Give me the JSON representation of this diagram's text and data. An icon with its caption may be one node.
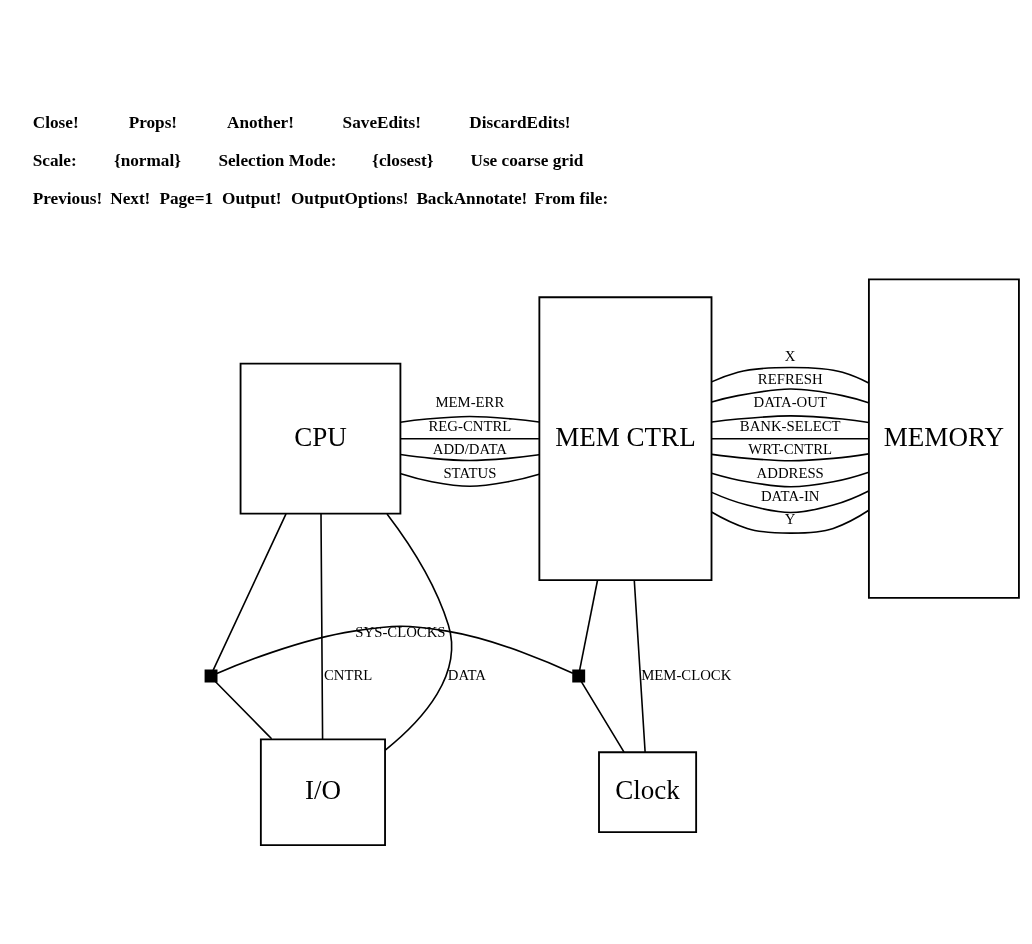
{
  "diagram": {
    "nodes": [
      {
        "text": [
          "I/O"
        ]
      },
      {
        "text": [
          "Clock"
        ]
      },
      {
        "text": [],
        "shape": "box"
      },
      {
        "text": [
          "CPU"
        ]
      },
      {
        "text": [],
        "shape": "box"
      },
      {
        "text": [
          "MEM CTRL"
        ]
      },
      {
        "text": [
          "MEMORY"
        ]
      }
    ],
    "edges": [
      {
        "from": 3,
        "to": 0,
        "arrow": "none",
        "label": "CNTRL"
      },
      {
        "from": 3,
        "to": 0,
        "arrow": "none",
        "label": "DATA"
      },
      {
        "from": 2,
        "to": 0,
        "arrow": "none"
      },
      {
        "from": 3,
        "to": 2,
        "arrow": "none"
      },
      {
        "from": 2,
        "to": 4,
        "arrow": "none",
        "label": "SYS-CLOCKS"
      },
      {
        "from": 4,
        "to": 1,
        "arrow": "none"
      },
      {
        "from": 5,
        "to": 4,
        "arrow": "none"
      },
      {
        "from": 5,
        "to": 1,
        "arrow": "none",
        "label": "MEM-CLOCK"
      },
      {
        "from": 3,
        "to": 5,
        "arrow": "none",
        "label": "ADD/DATA"
      },
      {
        "from": 3,
        "to": 5,
        "arrow": "none",
        "label": "REG-CNTRL"
      },
      {
        "from": 3,
        "to": 5,
        "arrow": "none",
        "label": "STATUS"
      },
      {
        "from": 3,
        "to": 5,
        "arrow": "none",
        "label": "MEM-ERR"
      },
      {
        "from": 5,
        "to": 6,
        "arrow": "none",
        "label": "ADDRESS"
      },
      {
        "from": 5,
        "to": 6,
        "arrow": "none",
        "label": "DATA-IN"
      },
      {
        "from": 5,
        "to": 6,
        "arrow": "none",
        "label": "DATA-OUT"
      },
      {
        "from": 5,
        "to": 6,
        "arrow": "none",
        "label": "BANK-SELECT"
      },
      {
        "from": 5,
        "to": 6,
        "arrow": "none",
        "label": "X"
      },
      {
        "from": 5,
        "to": 6,
        "arrow": "none",
        "label": "Y"
      },
      {
        "from": 5,
        "to": 6,
        "arrow": "none",
        "label": "WRT-CNTRL"
      },
      {
        "from": 5,
        "to": 6,
        "arrow": "none",
        "label": "REFRESH"
      }
    ],
    "labels": [
      "Close!",
      "Props!",
      "Another!",
      "SaveEdits!",
      "DiscardEdits!",
      "Scale:",
      "{normal}",
      "Selection Mode:",
      "{closest}",
      "Use coarse grid",
      "Previous!",
      "Next!",
      "Page=1",
      "Output!",
      "OutputOptions!",
      "BackAnnotate!",
      "From file:"
    ]
  }
}
